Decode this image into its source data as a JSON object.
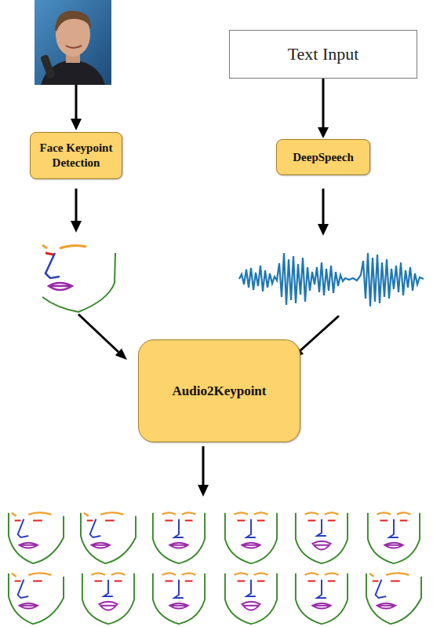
{
  "diagram": {
    "nodes": [
      {
        "text": [
          "Text Input"
        ]
      },
      {
        "text": [
          "Face Keypoint Detection"
        ]
      },
      {
        "text": [
          "DeepSpeech"
        ]
      },
      {
        "text": [
          "Audio2Keypoint"
        ]
      }
    ],
    "edges": [
      {
        "from": 0,
        "to": 2,
        "arrow": "to"
      }
    ]
  }
}
